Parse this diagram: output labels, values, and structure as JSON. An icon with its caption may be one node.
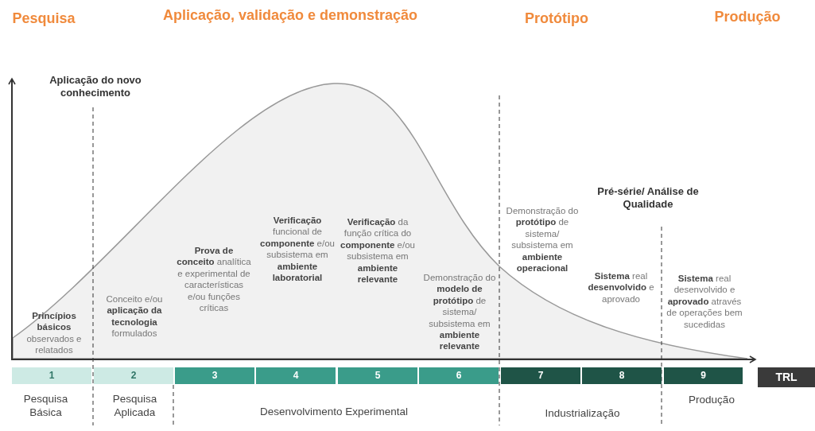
{
  "diagram": {
    "labels": [
      "Pesquisa",
      "Aplicação, validação e demonstração",
      "Protótipo",
      "Produção",
      "Aplicação do novo conhecimento",
      "Pré-série/ Análise de Qualidade",
      "**Princípios básicos** observados e relatados",
      "Conceito e/ou **aplicação da tecnologia** formulados",
      "**Prova de conceito** analítica e experimental de características e/ou funções críticas",
      "**Verificação** funcional de **componente** e/ou subsistema em **ambiente laboratorial**",
      "**Verificação** da função crítica do **componente** e/ou subsistema em **ambiente relevante**",
      "Demonstração do **modelo de protótipo** de sistema/ subsistema em **ambiente relevante**",
      "Demonstração do **protótipo** de sistema/ subsistema em **ambiente operacional**",
      "**Sistema** real **desenvolvido** e aprovado",
      "**Sistema** real desenvolvido e **aprovado** através de operações bem sucedidas",
      "1",
      "2",
      "3",
      "4",
      "5",
      "6",
      "7",
      "8",
      "9",
      "TRL",
      "Pesquisa Básica",
      "Pesquisa Aplicada",
      "Desenvolvimento Experimental",
      "Industrialização",
      "Produção"
    ]
  }
}
